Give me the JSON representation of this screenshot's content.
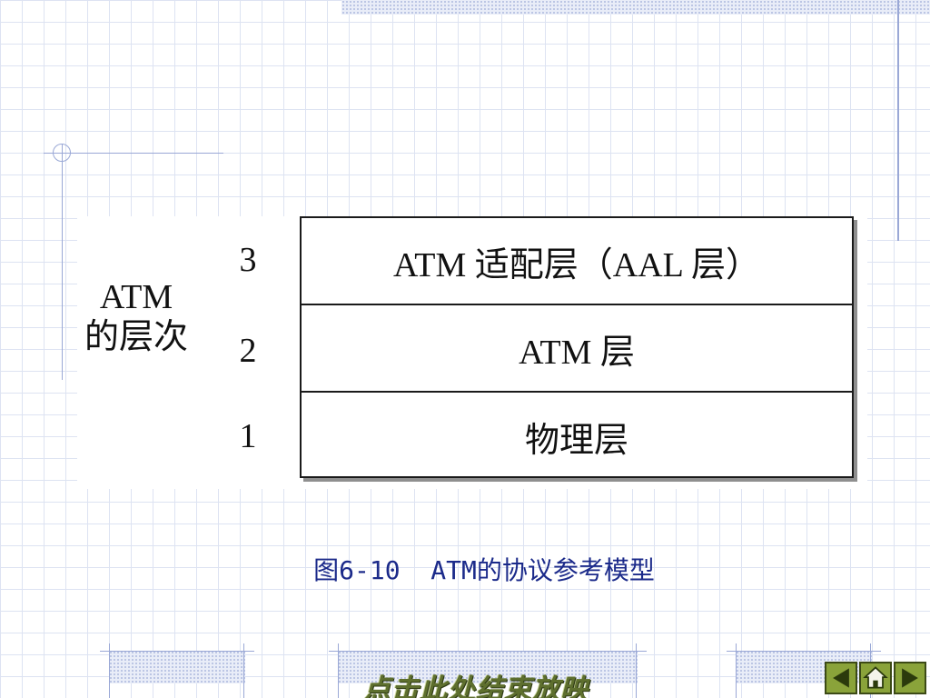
{
  "diagram": {
    "group_label_line1": "ATM",
    "group_label_line2": "的层次",
    "layers": [
      {
        "number": "3",
        "label": "ATM 适配层（AAL 层）"
      },
      {
        "number": "2",
        "label": "ATM 层"
      },
      {
        "number": "1",
        "label": "物理层"
      }
    ]
  },
  "caption": "图6-10  ATM的协议参考模型",
  "footer": {
    "end_show_label": "点击此处结束放映"
  },
  "navigation": {
    "icons": [
      "previous-arrow-icon",
      "home-icon",
      "next-arrow-icon"
    ]
  },
  "colors": {
    "caption_text": "#1b2a8a",
    "nav_button": "#8aa33a",
    "grid_line": "#dde3f2",
    "accent_line": "#9aa8d6"
  }
}
